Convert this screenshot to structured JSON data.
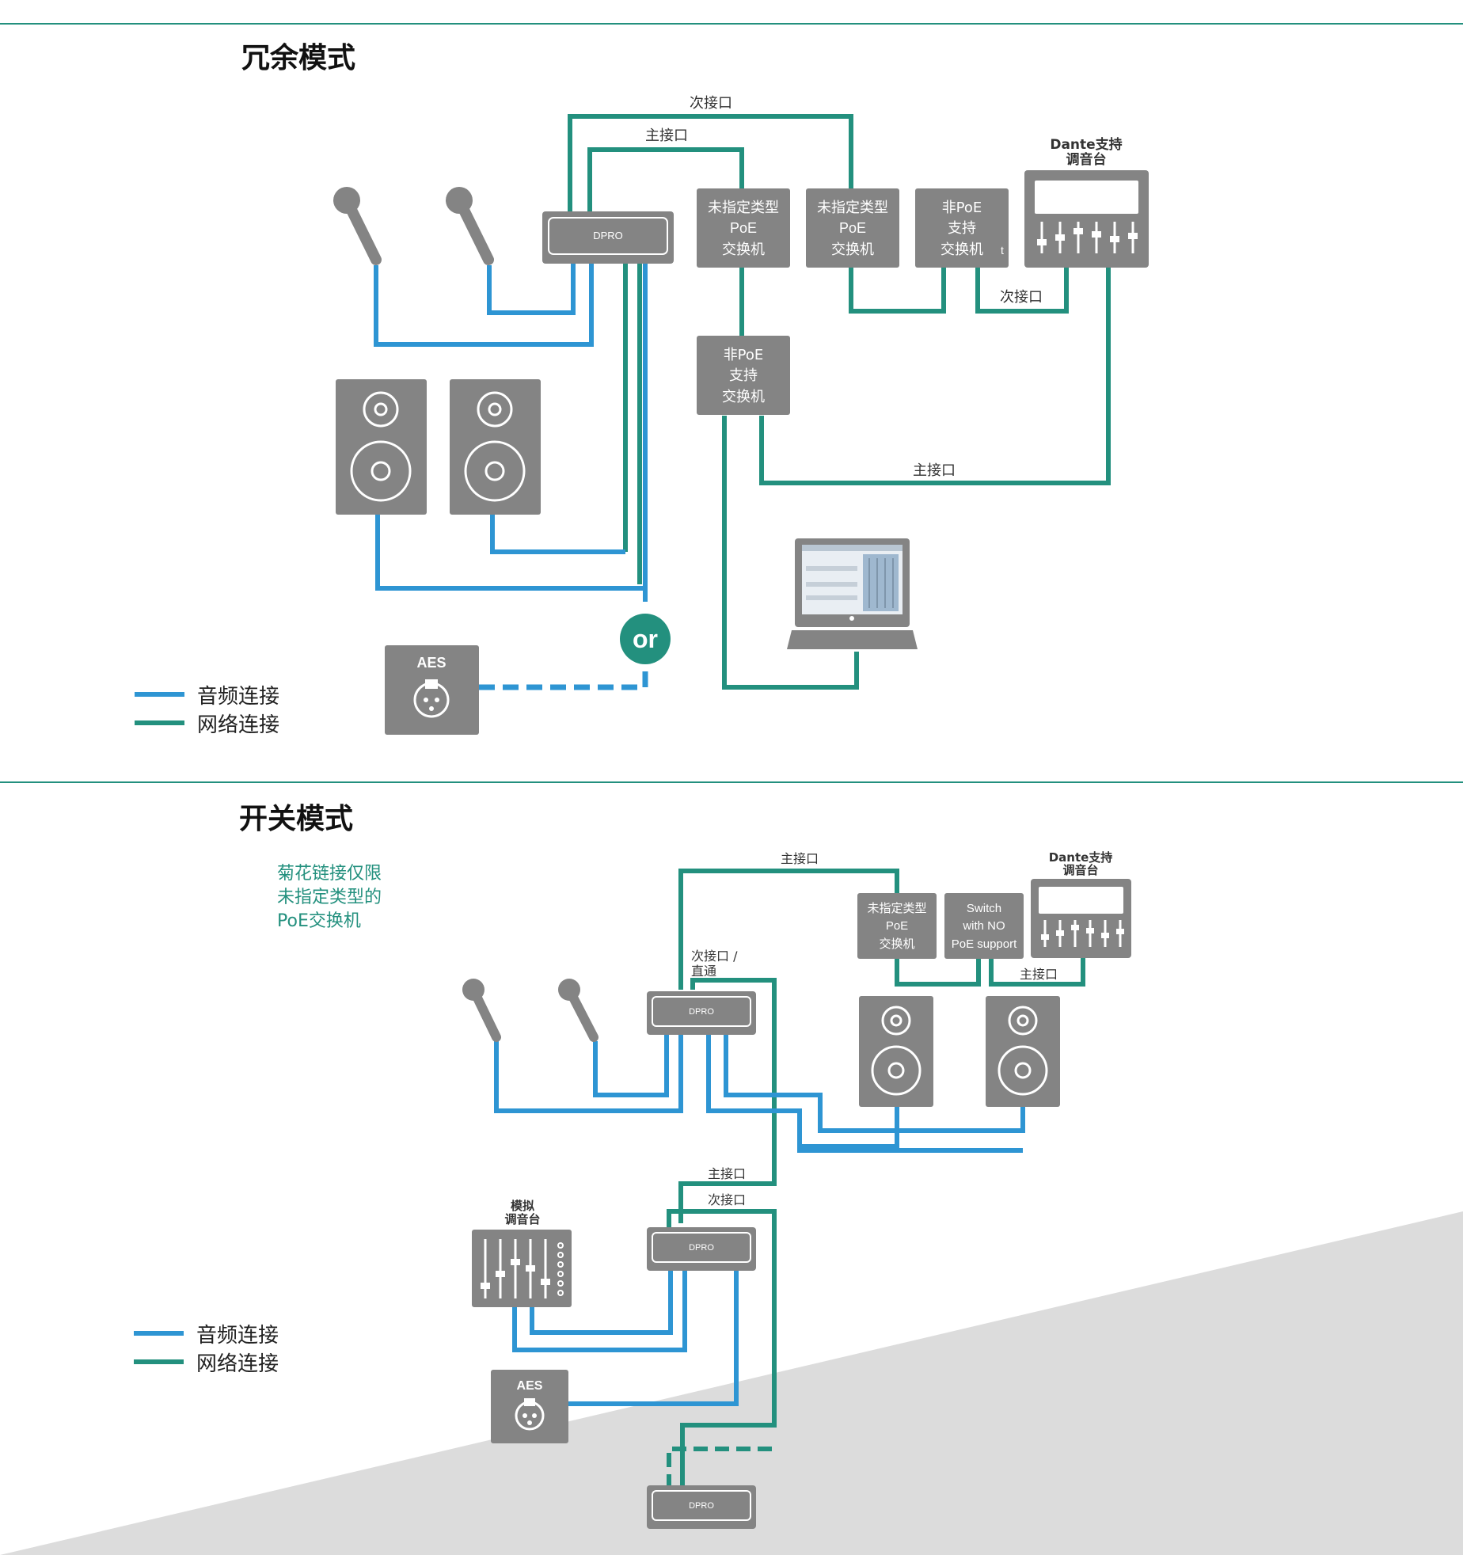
{
  "colors": {
    "audio": "#2e95d3",
    "network": "#23907e",
    "device": "#848484",
    "rule": "#23907e",
    "background_band": "#dcdcdc"
  },
  "section1": {
    "title": "冗余模式",
    "labels": {
      "secondary_top": "次接口",
      "primary_top": "主接口",
      "secondary_right": "次接口",
      "primary_bottom": "主接口",
      "or": "or"
    },
    "dpro_label": "DPRO",
    "aes_label": "AES",
    "switches": [
      {
        "lines": [
          "未指定类型",
          "PoE",
          "交换机"
        ]
      },
      {
        "lines": [
          "未指定类型",
          "PoE",
          "交换机"
        ]
      },
      {
        "lines": [
          "非PoE",
          "支持",
          "交换机"
        ],
        "suffix": "t"
      },
      {
        "lines": [
          "非PoE",
          "支持",
          "交换机"
        ]
      }
    ],
    "console_label": [
      "Dante支持",
      "调音台"
    ],
    "legend": {
      "audio": "音频连接",
      "network": "网络连接"
    }
  },
  "section2": {
    "title": "开关模式",
    "note": [
      "菊花链接仅限",
      "未指定类型的",
      "PoE交换机"
    ],
    "labels": {
      "primary_top": "主接口",
      "secondary_through": [
        "次接口 /",
        "直通"
      ],
      "primary_right": "主接口",
      "primary_mid": "主接口",
      "secondary_mid": "次接口"
    },
    "dpro_label": "DPRO",
    "aes_label": "AES",
    "switches": [
      {
        "lines": [
          "未指定类型",
          "PoE",
          "交换机"
        ]
      },
      {
        "lines": [
          "Switch",
          "with NO",
          "PoE support"
        ]
      }
    ],
    "console_label": [
      "Dante支持",
      "调音台"
    ],
    "analog_console_label": [
      "模拟",
      "调音台"
    ],
    "legend": {
      "audio": "音频连接",
      "network": "网络连接"
    }
  }
}
